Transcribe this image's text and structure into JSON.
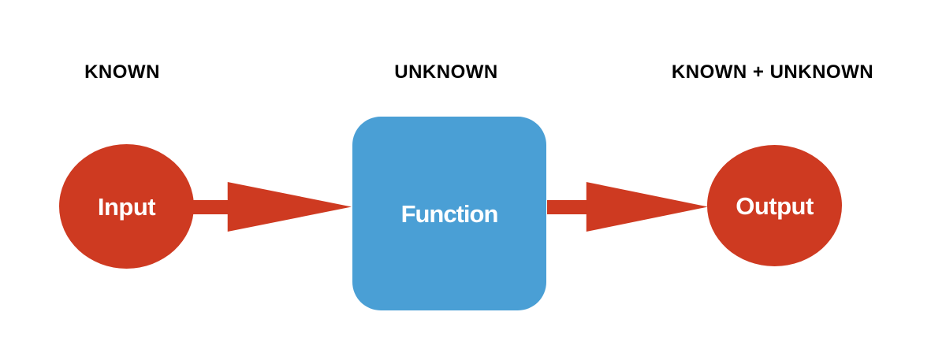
{
  "diagram": {
    "top_labels": {
      "known": "KNOWN",
      "unknown": "UNKNOWN",
      "known_unknown": "KNOWN + UNKNOWN"
    },
    "nodes": {
      "input": {
        "label": "Input",
        "shape": "ellipse",
        "fill": "#ce3a21",
        "text_color": "#ffffff"
      },
      "function": {
        "label": "Function",
        "shape": "rounded-square",
        "fill": "#4a9fd5",
        "text_color": "#ffffff"
      },
      "output": {
        "label": "Output",
        "shape": "ellipse",
        "fill": "#ce3a21",
        "text_color": "#ffffff"
      }
    },
    "arrows": [
      {
        "name": "input-to-function",
        "direction": "right",
        "color": "#ce3a21"
      },
      {
        "name": "function-to-output",
        "direction": "right",
        "color": "#ce3a21"
      }
    ],
    "colors": {
      "background": "#ffffff",
      "label_text": "#000000"
    }
  }
}
